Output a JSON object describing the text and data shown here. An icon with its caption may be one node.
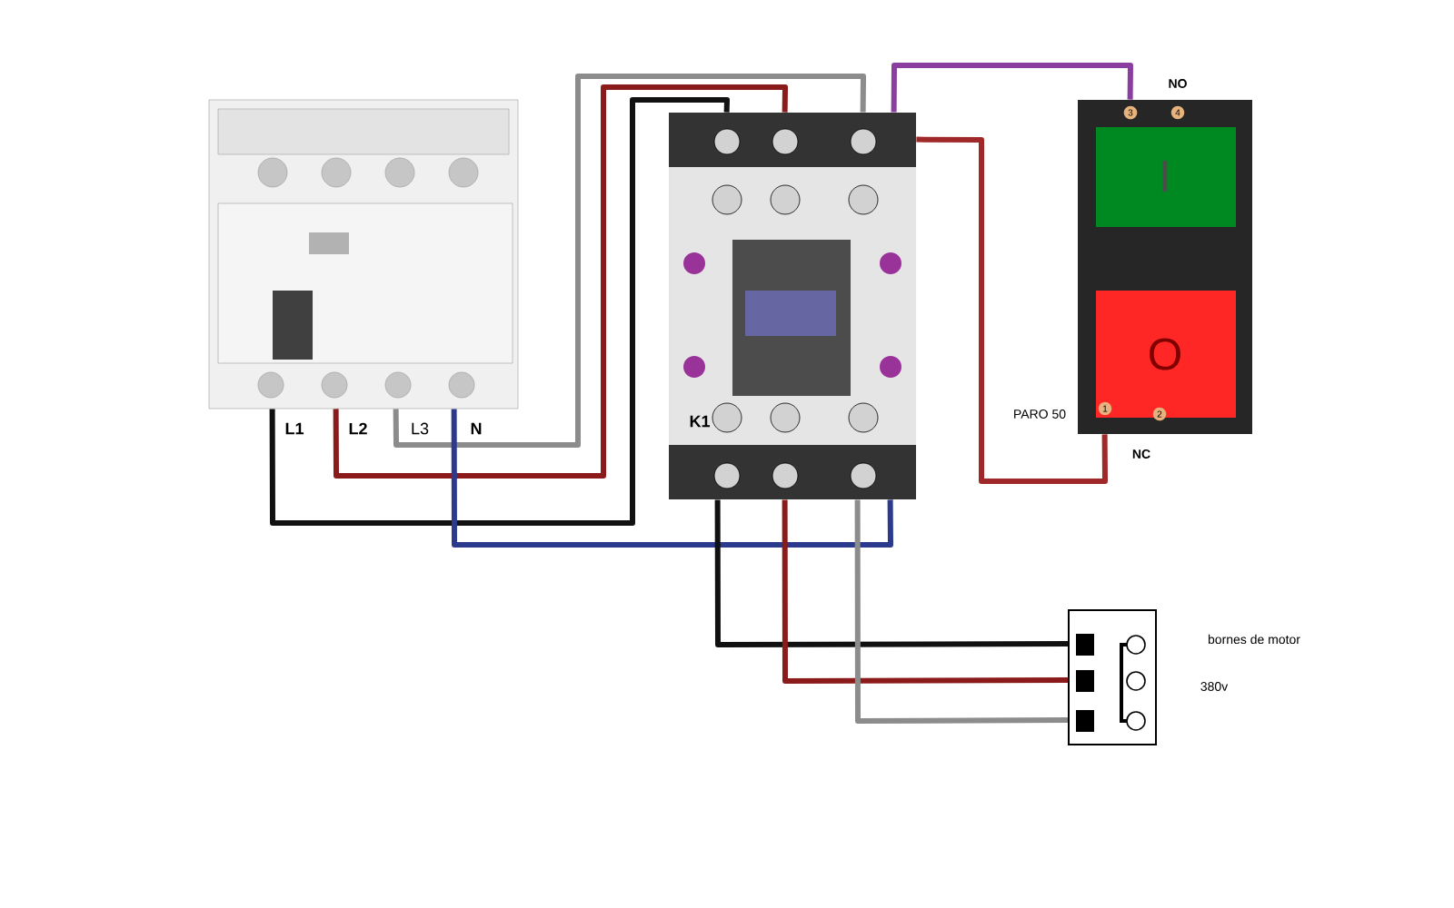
{
  "diagram": {
    "nodes": [
      {
        "text": [],
        "shape": "picture"
      },
      {
        "text": [
          "K1"
        ]
      },
      {
        "text": [
          "I",
          "O"
        ]
      },
      {
        "text": [],
        "shape": "box",
        "beside": [
          "bornes de motor",
          "380v"
        ]
      }
    ],
    "edges": [
      {
        "from": 0,
        "to": 1,
        "arrow": "none",
        "color": "#111111"
      },
      {
        "from": 0,
        "to": 1,
        "arrow": "none",
        "color": "#8b1a1a"
      },
      {
        "from": 0,
        "to": 1,
        "arrow": "none",
        "color": "#8c8c8c"
      },
      {
        "from": 0,
        "to": 1,
        "arrow": "none",
        "color": "#2b3a8c"
      },
      {
        "from": 1,
        "to": 3,
        "arrow": "none",
        "color": "#111111"
      },
      {
        "from": 1,
        "to": 3,
        "arrow": "none",
        "color": "#8b1a1a"
      },
      {
        "from": 1,
        "to": 3,
        "arrow": "none",
        "color": "#8c8c8c"
      },
      {
        "from": 1,
        "to": 2,
        "arrow": "none",
        "color": "#8a3fa0"
      },
      {
        "from": 1,
        "to": 2,
        "arrow": "none",
        "color": "#a02828"
      }
    ],
    "labels": [
      "L1",
      "L2",
      "L3",
      "N",
      "3",
      "4",
      "NO",
      "PARO 50",
      "1",
      "2",
      "NC"
    ]
  }
}
